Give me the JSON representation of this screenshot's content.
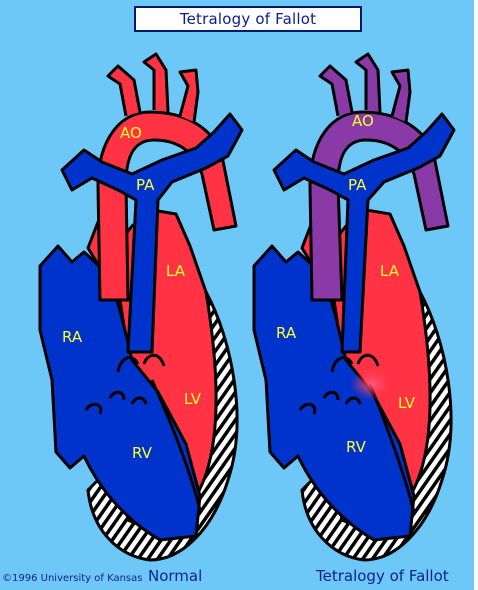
{
  "title": "Tetralogy of Fallot",
  "labels": {
    "ao": "AO",
    "pa": "PA",
    "la": "LA",
    "ra": "RA",
    "lv": "LV",
    "rv": "RV"
  },
  "captions": {
    "left": "Normal",
    "right": "Tetralogy of Fallot"
  },
  "copyright": "©1996 University of Kansas",
  "colors": {
    "background": "#6ec8f7",
    "oxygenated": "#ff3344",
    "deoxygenated": "#0033cc",
    "mixed": "#8a3aa6",
    "label": "#ffff33",
    "text": "#0a1f8f"
  }
}
